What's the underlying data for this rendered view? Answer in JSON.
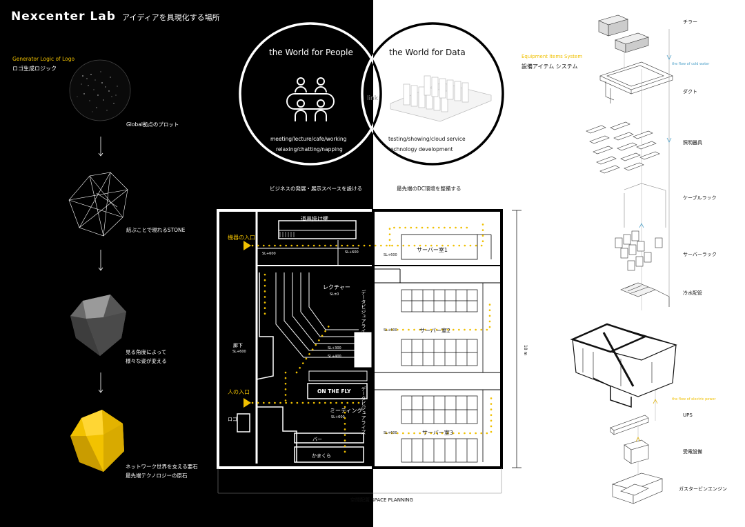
{
  "header": {
    "logo_text": "Nexcenter Lab",
    "tagline": "アイディアを具現化する場所"
  },
  "logic": {
    "title_en": "Generator Logic of Logo",
    "title_jp": "ロゴ生成ロジック",
    "steps": [
      "Global拠点のプロット",
      "結ぶことで現れるSTONE",
      "見る角度によって",
      "様々な姿が変える",
      "ネットワーク世界を支える要石",
      "最先端テクノロジーの原石"
    ]
  },
  "venn": {
    "people_title": "the World for People",
    "data_title": "the World for Data",
    "link": "link",
    "people_line1": "meeting/lecture/cafe/working",
    "people_line2": "relaxing/chatting/napping",
    "data_line1": "testing/showing/cloud service",
    "data_line2": "technology development",
    "people_caption": "ビジネスの発展・展示スペースを設ける",
    "data_caption": "最先端のDC環境を整備する"
  },
  "plan": {
    "tool_wall": "道具掛け壁",
    "equipment_entry": "機器の入口",
    "person_entry": "人の入口",
    "lecture": "レクチャー",
    "corridor": "廊下",
    "logo": "ロゴ",
    "on_the_fly": "ON THE FLY",
    "meeting": "ミーティング",
    "bar": "バー",
    "kamakura": "かまくら",
    "data_vis_1": "データビジュアライズ",
    "data_vis_2": "データビジュアライズ",
    "server1": "サーバー室1",
    "server2": "サーバー室2",
    "server3": "サーバー室3",
    "sl600": "SL+600",
    "sl0": "SL±0",
    "sl300": "SL+300",
    "sl400": "SL+400",
    "dimension": "18 m",
    "caption": "空間配置 SPACE PLANNING"
  },
  "equipment": {
    "title_en": "Equipment Items System",
    "title_jp": "設備アイテム システム",
    "cold_water": "the flow of cold water",
    "electric": "the flow of electric power",
    "items": [
      "チラー",
      "ダクト",
      "照明器具",
      "ケーブルラック",
      "サーバーラック",
      "冷水配管",
      "UPS",
      "受電設備",
      "ガスタービンエンジン"
    ]
  },
  "colors": {
    "accent": "#f0c000",
    "flow_blue": "#4a9fc8"
  }
}
